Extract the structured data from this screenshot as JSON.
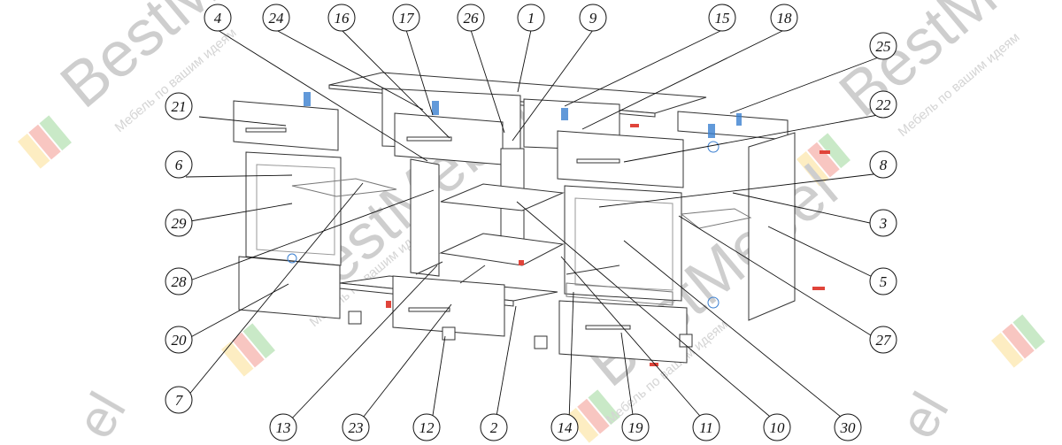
{
  "watermark": {
    "brand": "BestMebel",
    "slogan": "Мебель по вашим идеям",
    "logo_colors": [
      "#f7c23b",
      "#e9473a",
      "#4fb84a",
      "#f29a3a"
    ]
  },
  "colors": {
    "line": "#333333",
    "panel_fill": "#ffffff",
    "hardware_red": "#e0443a",
    "hardware_blue": "#3a7fd0"
  },
  "callouts": [
    {
      "id": "c4",
      "label": "4"
    },
    {
      "id": "c24",
      "label": "24"
    },
    {
      "id": "c16",
      "label": "16"
    },
    {
      "id": "c17",
      "label": "17"
    },
    {
      "id": "c26",
      "label": "26"
    },
    {
      "id": "c1",
      "label": "1"
    },
    {
      "id": "c9",
      "label": "9"
    },
    {
      "id": "c15",
      "label": "15"
    },
    {
      "id": "c18",
      "label": "18"
    },
    {
      "id": "c25",
      "label": "25"
    },
    {
      "id": "c21",
      "label": "21"
    },
    {
      "id": "c22",
      "label": "22"
    },
    {
      "id": "c6",
      "label": "6"
    },
    {
      "id": "c8",
      "label": "8"
    },
    {
      "id": "c29",
      "label": "29"
    },
    {
      "id": "c3",
      "label": "3"
    },
    {
      "id": "c28",
      "label": "28"
    },
    {
      "id": "c5",
      "label": "5"
    },
    {
      "id": "c27",
      "label": "27"
    },
    {
      "id": "c20",
      "label": "20"
    },
    {
      "id": "c7",
      "label": "7"
    },
    {
      "id": "c13",
      "label": "13"
    },
    {
      "id": "c23",
      "label": "23"
    },
    {
      "id": "c12",
      "label": "12"
    },
    {
      "id": "c2",
      "label": "2"
    },
    {
      "id": "c14",
      "label": "14"
    },
    {
      "id": "c19",
      "label": "19"
    },
    {
      "id": "c11",
      "label": "11"
    },
    {
      "id": "c10",
      "label": "10"
    },
    {
      "id": "c30",
      "label": "30"
    }
  ]
}
